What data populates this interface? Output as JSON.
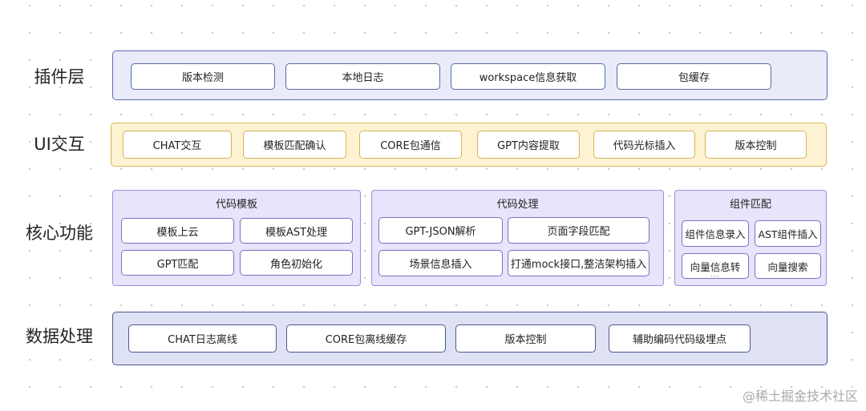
{
  "layers": {
    "plugin": {
      "label": "插件层",
      "items": [
        "版本检测",
        "本地日志",
        "workspace信息获取",
        "包缓存"
      ],
      "fill": "#e9ecf8",
      "border": "#5a6cb0"
    },
    "ui": {
      "label": "UI交互",
      "items": [
        "CHAT交互",
        "模板匹配确认",
        "CORE包通信",
        "GPT内容提取",
        "代码光标插入",
        "版本控制"
      ],
      "fill": "#fdf3d2",
      "border": "#d9b45a"
    },
    "core": {
      "label": "核心功能",
      "groups": [
        {
          "title": "代码模板",
          "items": [
            "模板上云",
            "模板AST处理",
            "GPT匹配",
            "角色初始化"
          ]
        },
        {
          "title": "代码处理",
          "items": [
            "GPT-JSON解析",
            "页面字段匹配",
            "场景信息插入",
            "打通mock接口,整洁架构插入"
          ]
        },
        {
          "title": "组件匹配",
          "items": [
            "组件信息录入",
            "AST组件插入",
            "向量信息转",
            "向量搜索"
          ]
        }
      ]
    },
    "data": {
      "label": "数据处理",
      "items": [
        "CHAT日志离线",
        "CORE包离线缓存",
        "版本控制",
        "辅助编码代码级埋点"
      ],
      "fill": "#dfe2f4",
      "border": "#4c5a8e"
    }
  },
  "watermark": "@稀土掘金技术社区"
}
